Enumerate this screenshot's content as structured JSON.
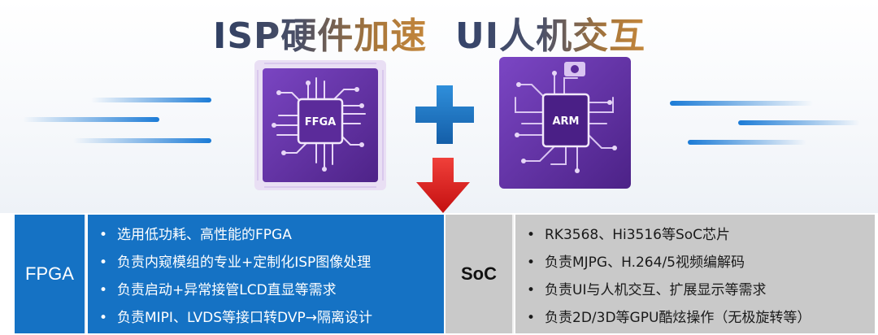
{
  "headings": {
    "left": "ISP硬件加速",
    "right": "UI人机交互"
  },
  "chips": {
    "left_label": "FFGA",
    "right_label": "ARM"
  },
  "colors": {
    "blue_cell": "#1572c4",
    "gray_cell": "#c9c9c9",
    "plus": "#1a7ccb",
    "arrow": "#e21b1b",
    "chip_purple": "#5b2b9a"
  },
  "table": {
    "fpga": {
      "label": "FPGA",
      "items": [
        "选用低功耗、高性能的FPGA",
        "负责内窥模组的专业+定制化ISP图像处理",
        "负责启动+异常接管LCD直显等需求",
        "负责MIPI、LVDS等接口转DVP→隔离设计"
      ]
    },
    "soc": {
      "label": "SoC",
      "items": [
        "RK3568、Hi3516等SoC芯片",
        "负责MJPG、H.264/5视频编解码",
        "负责UI与人机交互、扩展显示等需求",
        "负责2D/3D等GPU酷炫操作（无极旋转等）"
      ]
    }
  }
}
